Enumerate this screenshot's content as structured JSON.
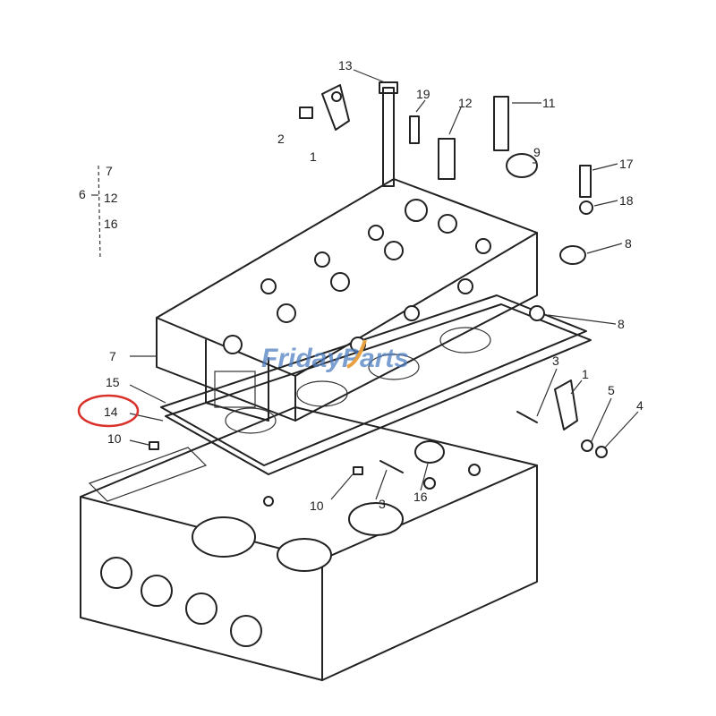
{
  "watermark": {
    "text": "FridayParts",
    "color": "#4f7fc0",
    "accent_color": "#e8a040"
  },
  "highlight": {
    "label": "14",
    "color": "#d9302a"
  },
  "callouts": {
    "c13": "13",
    "c19": "19",
    "c12a": "12",
    "c11": "11",
    "c2": "2",
    "c1a": "1",
    "c9": "9",
    "c17": "17",
    "c18": "18",
    "c8a": "8",
    "c8b": "8",
    "c6": "6",
    "c6_7": "7",
    "c6_12": "12",
    "c6_16": "16",
    "c7": "7",
    "c15": "15",
    "c14": "14",
    "c10a": "10",
    "c10b": "10",
    "c3a": "3",
    "c16": "16",
    "c3b": "3",
    "c1b": "1",
    "c5": "5",
    "c4": "4"
  }
}
